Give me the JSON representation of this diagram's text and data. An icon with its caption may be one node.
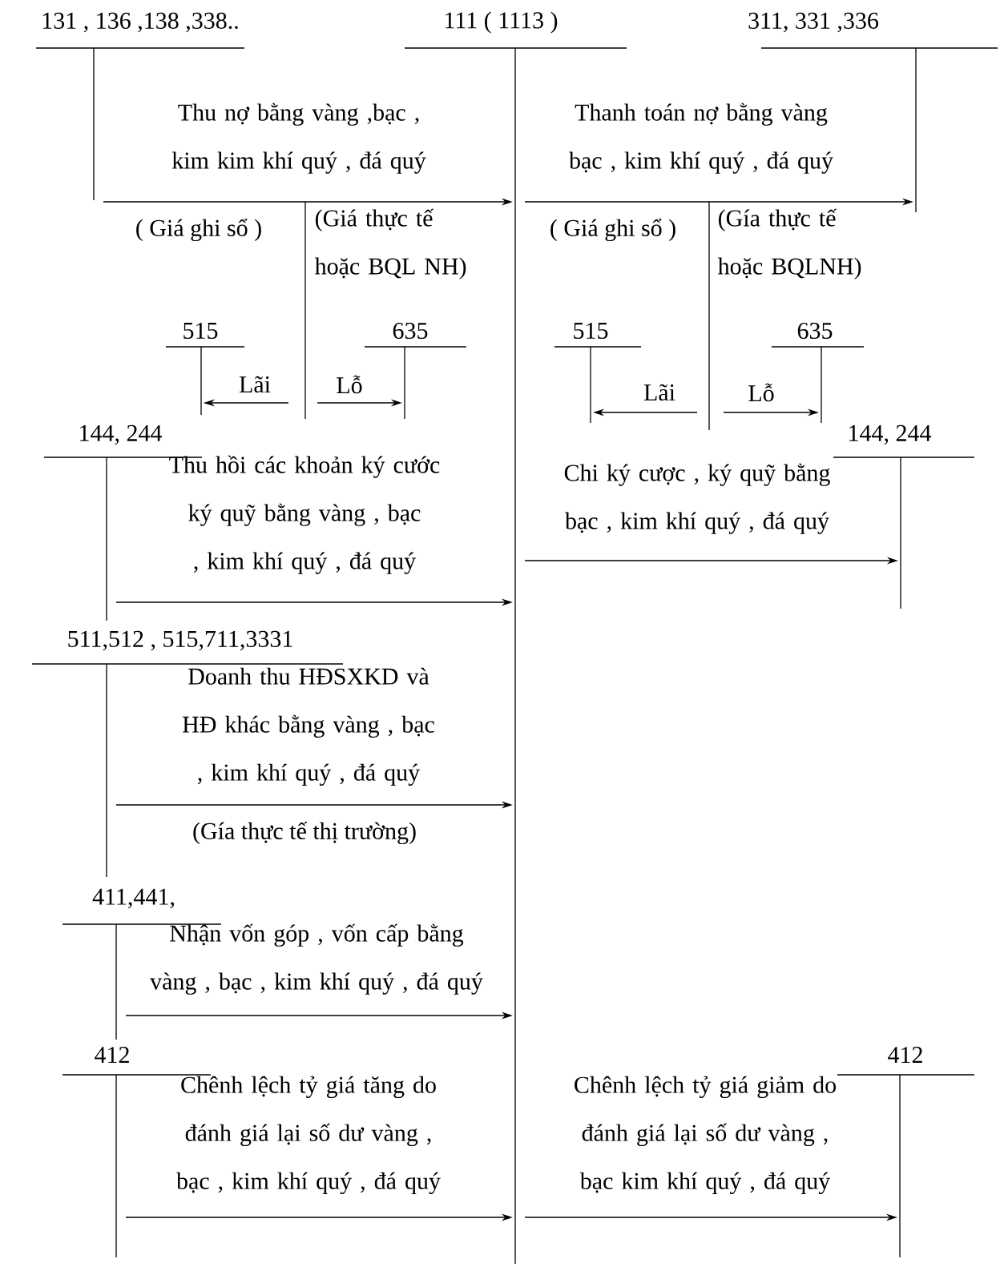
{
  "diagram": {
    "nodes": [
      {
        "text": [
          "131 , 136 ,138 ,338.."
        ]
      },
      {
        "text": [
          "111 ( 1113 )"
        ]
      },
      {
        "text": [
          "311, 331 ,336"
        ]
      },
      {
        "text": [
          "515"
        ]
      },
      {
        "text": [
          "635"
        ]
      },
      {
        "text": [
          "515"
        ]
      },
      {
        "text": [
          "635"
        ]
      },
      {
        "text": [
          "144, 244"
        ]
      },
      {
        "text": [
          "144, 244"
        ]
      },
      {
        "text": [
          "511,512 , 515,711,3331"
        ]
      },
      {
        "text": [
          "411,441,"
        ]
      },
      {
        "text": [
          "412"
        ]
      },
      {
        "text": [
          "412"
        ]
      }
    ],
    "edges": [
      {
        "from": 0,
        "to": 1,
        "arrow": "to",
        "label": "Thu nợ bằng vàng ,bạc , kim kim khí quý , đá quý"
      },
      {
        "from": null,
        "to": 3,
        "arrow": "to",
        "label": "Lãi"
      },
      {
        "from": null,
        "to": 4,
        "arrow": "to",
        "label": "Lỗ"
      },
      {
        "from": 1,
        "to": 2,
        "arrow": "to",
        "label": "Thanh toán nợ bằng vàng bạc , kim khí quý , đá quý"
      },
      {
        "from": null,
        "to": 5,
        "arrow": "to",
        "label": "Lãi"
      },
      {
        "from": null,
        "to": 6,
        "arrow": "to",
        "label": "Lỗ"
      },
      {
        "from": 7,
        "to": 1,
        "arrow": "to",
        "label": "Thu hồi các khoản ký cước ký quỹ bằng vàng , bạc , kim khí quý , đá quý"
      },
      {
        "from": 1,
        "to": 8,
        "arrow": "to",
        "label": "Chi ký cược , ký quỹ bằng bạc , kim khí quý , đá quý"
      },
      {
        "from": 9,
        "to": 1,
        "arrow": "to",
        "label": "Doanh thu HĐSXKD và HĐ khác bằng vàng , bạc , kim khí quý , đá quý"
      },
      {
        "from": 10,
        "to": 1,
        "arrow": "to",
        "label": "Nhận vốn góp , vốn cấp bằng vàng , bạc , kim khí quý , đá quý"
      },
      {
        "from": 11,
        "to": 1,
        "arrow": "to",
        "label": "Chênh lệch tỷ giá tăng do đánh giá lại số dư vàng , bạc , kim khí quý , đá quý"
      },
      {
        "from": 1,
        "to": 12,
        "arrow": "to",
        "label": "Chênh lệch tỷ giá giảm do đánh giá lại số dư vàng , bạc kim khí quý , đá quý"
      }
    ],
    "labels": [
      "( Giá ghi sổ )",
      "(Giá thực tế hoặc BQL NH)",
      "( Giá ghi sổ )",
      "(Gía thực tế hoặc BQLNH)",
      "(Gía thực tế thị trường)"
    ]
  }
}
